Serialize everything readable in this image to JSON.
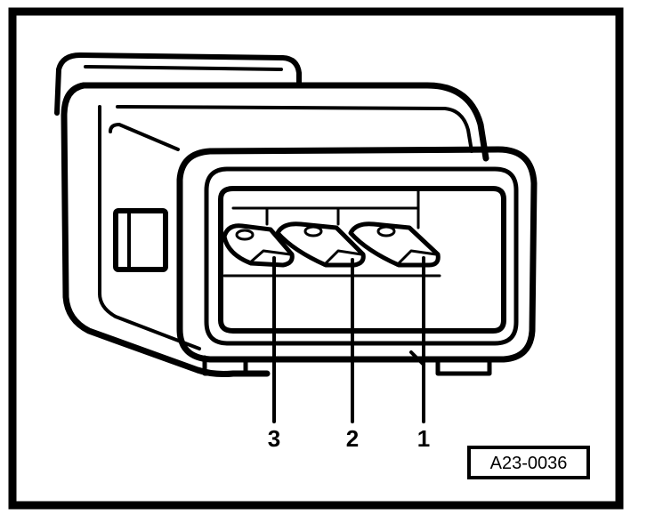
{
  "pins": [
    {
      "label": "3"
    },
    {
      "label": "2"
    },
    {
      "label": "1"
    }
  ],
  "reference_code": "A23-0036",
  "colors": {
    "ink": "#000000",
    "paper": "#ffffff"
  }
}
